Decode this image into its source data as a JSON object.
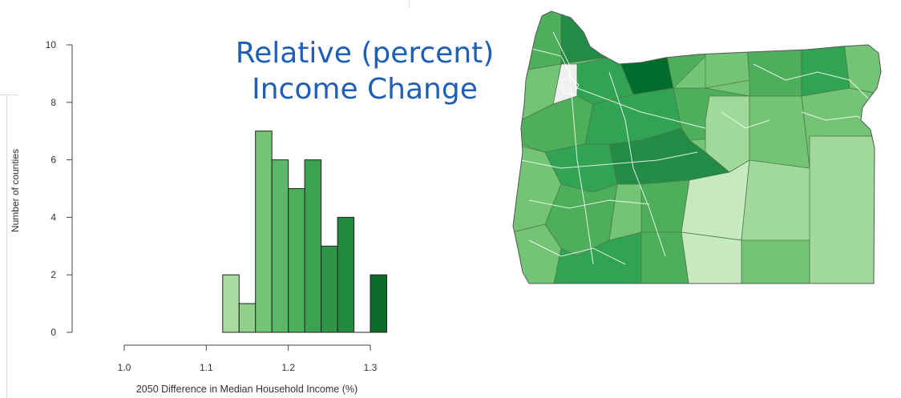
{
  "chart_data": [
    {
      "type": "bar",
      "title": "",
      "xlabel": "2050 Difference in Median Household Income (%)",
      "ylabel": "Number of counties",
      "xlim": [
        1.0,
        1.3
      ],
      "ylim": [
        0,
        10
      ],
      "xticks": [
        "1.0",
        "1.1",
        "1.2",
        "1.3"
      ],
      "yticks": [
        "0",
        "2",
        "4",
        "6",
        "8",
        "10"
      ],
      "bin_width": 0.02,
      "bins": [
        {
          "start": 1.12,
          "end": 1.14,
          "count": 2,
          "color": "#a9dca0"
        },
        {
          "start": 1.14,
          "end": 1.16,
          "count": 1,
          "color": "#8fd08a"
        },
        {
          "start": 1.16,
          "end": 1.18,
          "count": 7,
          "color": "#74c476"
        },
        {
          "start": 1.18,
          "end": 1.2,
          "count": 6,
          "color": "#5cb868"
        },
        {
          "start": 1.2,
          "end": 1.22,
          "count": 5,
          "color": "#4cae5b"
        },
        {
          "start": 1.22,
          "end": 1.24,
          "count": 6,
          "color": "#3ca150"
        },
        {
          "start": 1.24,
          "end": 1.26,
          "count": 3,
          "color": "#2e9446"
        },
        {
          "start": 1.26,
          "end": 1.28,
          "count": 4,
          "color": "#218a3e"
        },
        {
          "start": 1.28,
          "end": 1.3,
          "count": 0,
          "color": "#137a33"
        },
        {
          "start": 1.3,
          "end": 1.32,
          "count": 2,
          "color": "#0a6b2a"
        }
      ]
    }
  ],
  "overlay": {
    "title_line1": "Relative (percent)",
    "title_line2": "Income Change",
    "title_color": "#1f5fb5"
  },
  "map": {
    "subject": "Oregon counties",
    "colors": [
      "#c7e9c0",
      "#a1d99b",
      "#74c476",
      "#4daf5b",
      "#31a354",
      "#238b45",
      "#006d2c"
    ]
  }
}
